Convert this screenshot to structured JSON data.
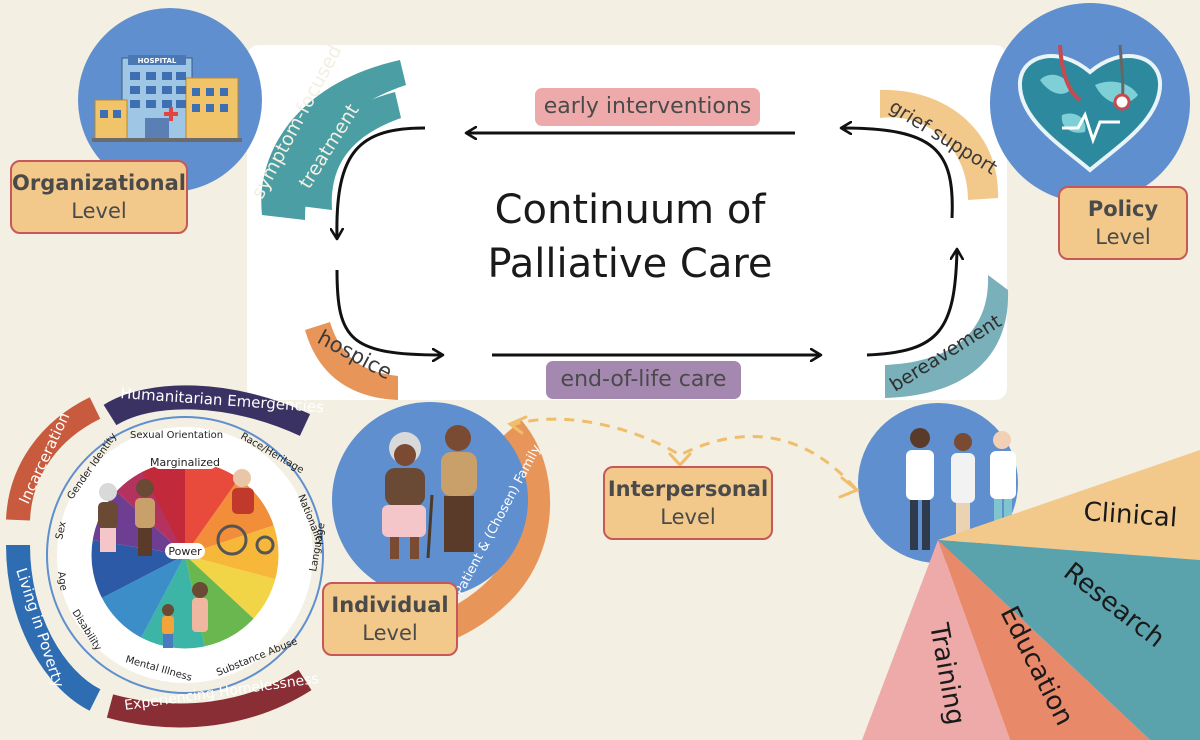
{
  "title_line1": "Continuum of",
  "title_line2": "Palliative Care",
  "continuum": {
    "early_interventions": "early interventions",
    "end_of_life_care": "end-of-life care",
    "symptom_line1": "symptom-focused",
    "symptom_line2": "treatment",
    "hospice": "hospice",
    "grief_support": "grief support",
    "bereavement": "bereavement"
  },
  "levels": {
    "organizational": {
      "name": "Organizational",
      "suffix": "Level"
    },
    "policy": {
      "name": "Policy",
      "suffix": "Level"
    },
    "interpersonal": {
      "name": "Interpersonal",
      "suffix": "Level"
    },
    "individual": {
      "name": "Individual",
      "suffix": "Level"
    }
  },
  "hospital_sign": "HOSPITAL",
  "patient_family": "Patient & (Chosen) Family",
  "wheel": {
    "outer_bands": [
      "Humanitarian Emergencies",
      "Incarceration",
      "Living in Poverty",
      "Experiencing Homelessness"
    ],
    "segments": [
      "Sexual Orientation",
      "Race/Heritage",
      "Nationality",
      "Language",
      "Substance Abuse",
      "Mental Illness",
      "Disability",
      "Age",
      "Sex",
      "Gender Identity"
    ],
    "marginalized": "Marginalized",
    "power": "Power"
  },
  "domains": [
    "Clinical",
    "Research",
    "Education",
    "Training"
  ],
  "colors": {
    "teal": "#4b9ea3",
    "orange": "#e8955a",
    "tan": "#f3c98b",
    "pink": "#eeaaaa",
    "purple": "#a588b0",
    "blue_circle": "#5f8fcf",
    "level_border": "#c7585a",
    "clinical": "#f3c98b",
    "research": "#5aa3ad",
    "education": "#e8896a",
    "training": "#eeaaa9"
  }
}
